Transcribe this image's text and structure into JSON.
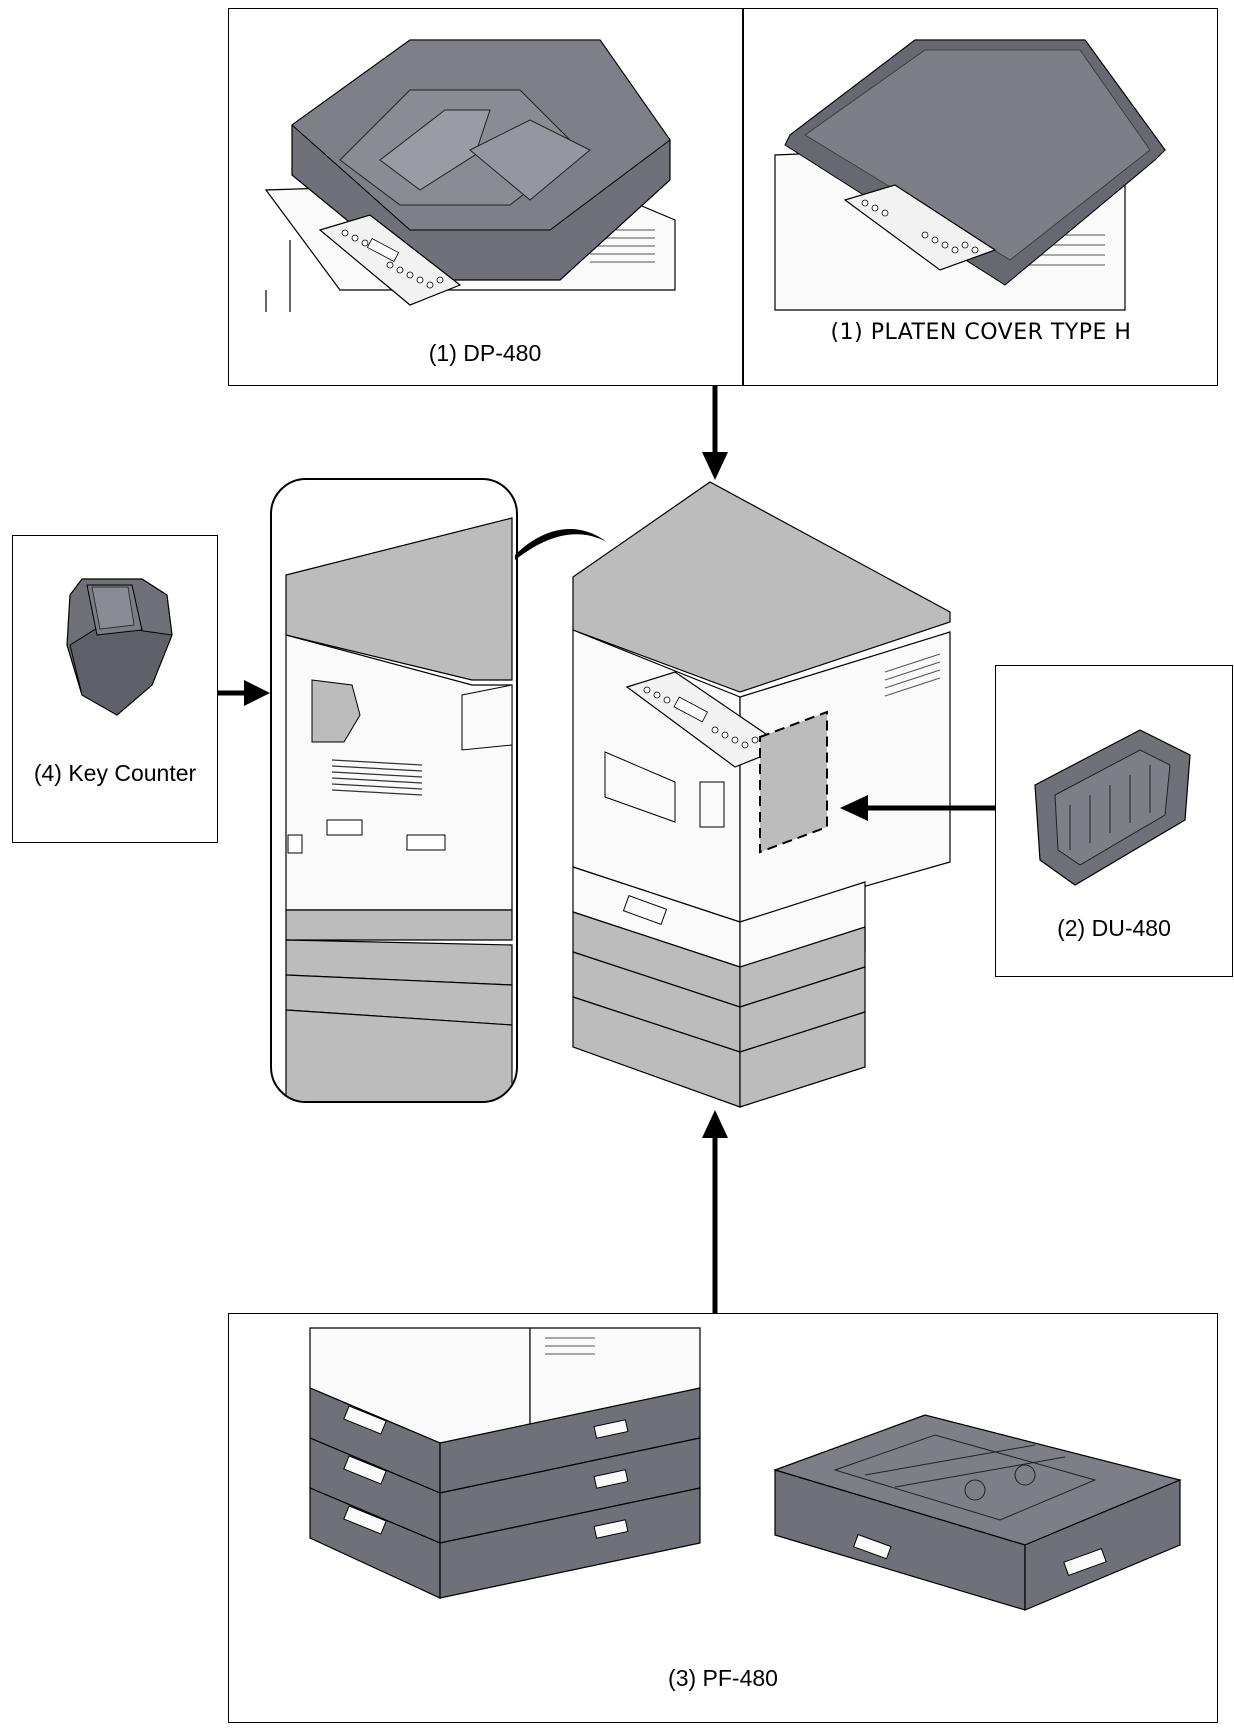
{
  "labels": {
    "dp480": "(1) DP-480",
    "platen_cover": "(1) PLATEN COVER TYPE H",
    "key_counter": "(4) Key Counter",
    "du480": "(2) DU-480",
    "pf480": "(3) PF-480"
  },
  "colors": {
    "device_dark": "#6f7078",
    "device_light": "#bcbcbc",
    "body_white": "#fafafa",
    "line": "#000000"
  },
  "icons": [
    "down-arrow-icon",
    "right-arrow-icon",
    "left-arrow-icon",
    "up-arrow-icon",
    "curved-connector-icon"
  ]
}
